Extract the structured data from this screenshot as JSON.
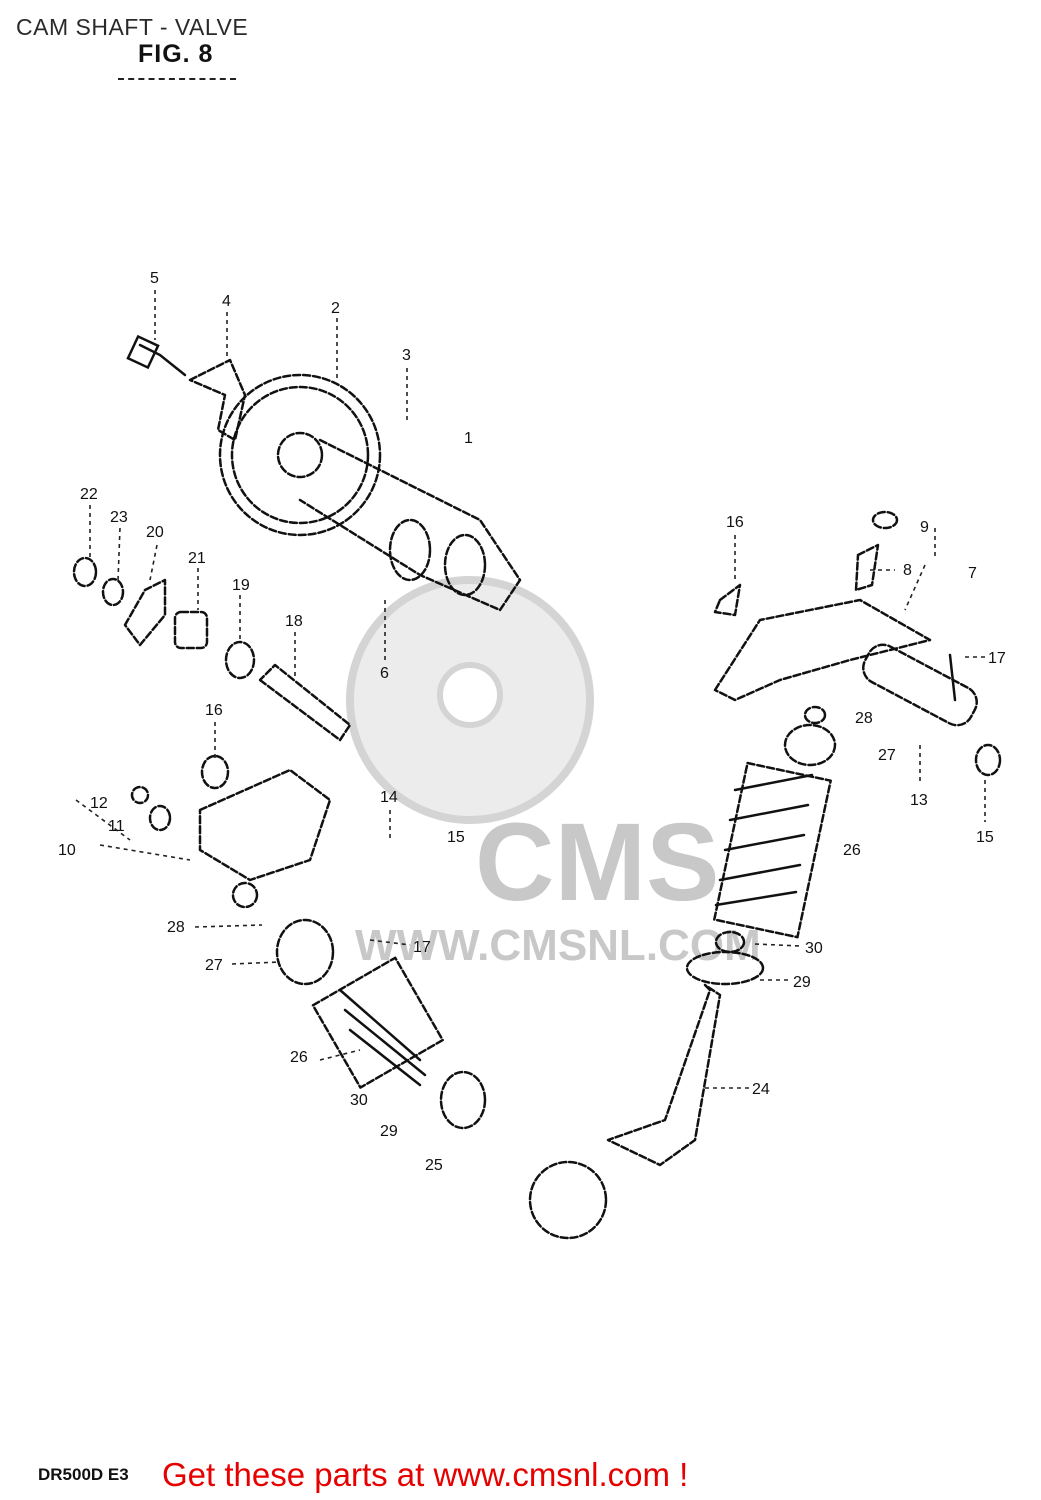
{
  "header": {
    "title": "CAM SHAFT - VALVE",
    "figure": "FIG. 8"
  },
  "callouts": {
    "c1": "1",
    "c2": "2",
    "c3": "3",
    "c4": "4",
    "c5": "5",
    "c6": "6",
    "c7": "7",
    "c8": "8",
    "c9": "9",
    "c10": "10",
    "c11": "11",
    "c12": "12",
    "c13": "13",
    "c14": "14",
    "c15a": "15",
    "c15b": "15",
    "c16a": "16",
    "c16b": "16",
    "c17a": "17",
    "c17b": "17",
    "c18": "18",
    "c19": "19",
    "c20": "20",
    "c21": "21",
    "c22": "22",
    "c23": "23",
    "c24": "24",
    "c25": "25",
    "c26a": "26",
    "c26b": "26",
    "c27a": "27",
    "c27b": "27",
    "c28a": "28",
    "c28b": "28",
    "c29a": "29",
    "c29b": "29",
    "c30a": "30",
    "c30b": "30"
  },
  "watermark": {
    "brand": "CMS",
    "url": "WWW.CMSNL.COM"
  },
  "footer": {
    "model": "DR500D E3",
    "link_text": "Get these parts at www.cmsnl.com !"
  }
}
